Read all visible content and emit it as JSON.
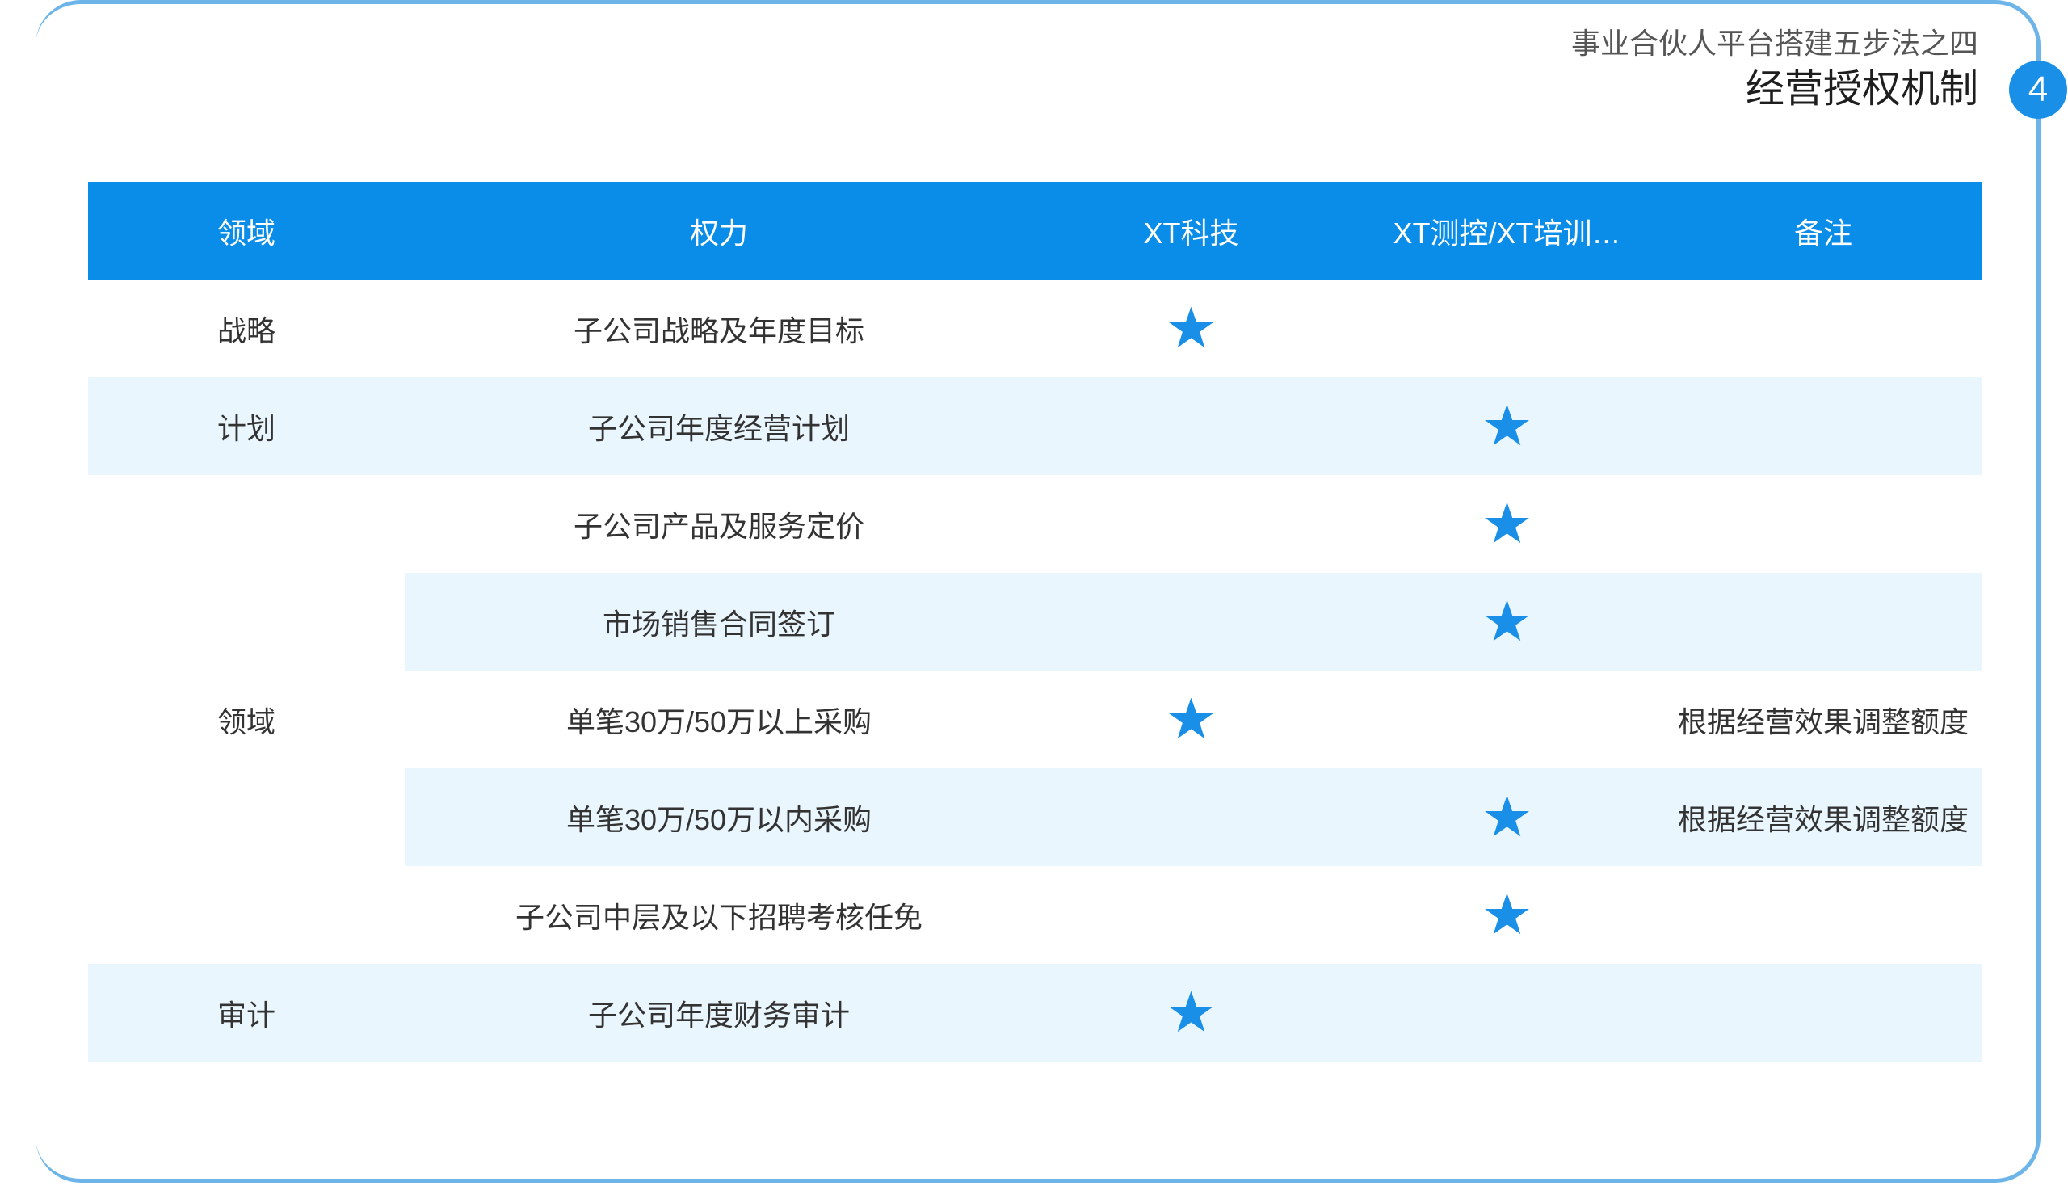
{
  "header": {
    "subtitle": "事业合伙人平台搭建五步法之四",
    "title": "经营授权机制",
    "step_badge": "4"
  },
  "colors": {
    "accent": "#0a8ce9",
    "row_alt": "#e9f6fd",
    "frame": "#6db5e9",
    "star": "#1a8fe8",
    "text": "#333333"
  },
  "marker_icon": "star-icon",
  "table": {
    "columns": [
      "领域",
      "权力",
      "XT科技",
      "XT测控/XT培训…",
      "备注"
    ],
    "groups": [
      {
        "domain": "战略",
        "items": [
          {
            "power": "子公司战略及年度目标",
            "xt_tech": true,
            "xt_subsidiaries": false,
            "note": ""
          }
        ]
      },
      {
        "domain": "计划",
        "items": [
          {
            "power": "子公司年度经营计划",
            "xt_tech": false,
            "xt_subsidiaries": true,
            "note": ""
          }
        ]
      },
      {
        "domain": "领域",
        "items": [
          {
            "power": "子公司产品及服务定价",
            "xt_tech": false,
            "xt_subsidiaries": true,
            "note": ""
          },
          {
            "power": "市场销售合同签订",
            "xt_tech": false,
            "xt_subsidiaries": true,
            "note": ""
          },
          {
            "power": "单笔30万/50万以上采购",
            "xt_tech": true,
            "xt_subsidiaries": false,
            "note": "根据经营效果调整额度"
          },
          {
            "power": "单笔30万/50万以内采购",
            "xt_tech": false,
            "xt_subsidiaries": true,
            "note": "根据经营效果调整额度"
          },
          {
            "power": "子公司中层及以下招聘考核任免",
            "xt_tech": false,
            "xt_subsidiaries": true,
            "note": ""
          }
        ]
      },
      {
        "domain": "审计",
        "items": [
          {
            "power": "子公司年度财务审计",
            "xt_tech": true,
            "xt_subsidiaries": false,
            "note": ""
          }
        ]
      }
    ]
  }
}
